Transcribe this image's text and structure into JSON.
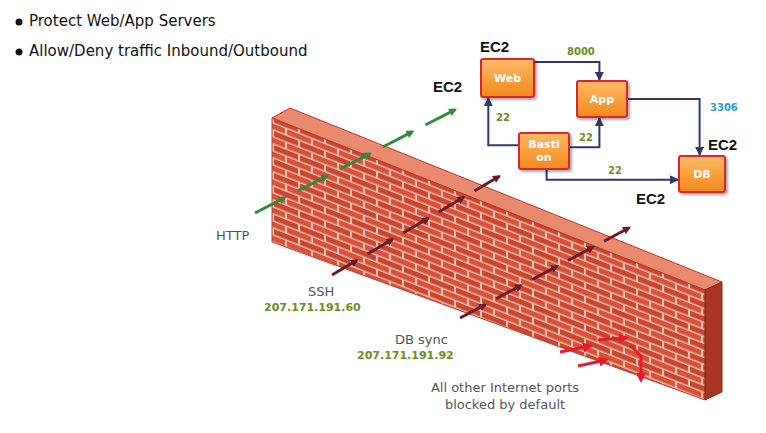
{
  "diagram": {
    "nodes": [
      {
        "text": [
          "EC2",
          "Web"
        ]
      },
      {
        "text": [
          "App"
        ]
      },
      {
        "text": [
          "Basti on"
        ]
      },
      {
        "text": [
          "EC2",
          "DB"
        ]
      }
    ],
    "edges": [
      {
        "from": 0,
        "to": 1,
        "label": "8000",
        "arrow": "to"
      },
      {
        "from": 1,
        "to": 3,
        "label": "3306",
        "arrow": "to"
      },
      {
        "from": 2,
        "to": 0,
        "label": "22",
        "arrow": "to"
      },
      {
        "from": 2,
        "to": 1,
        "label": "22",
        "arrow": "to"
      },
      {
        "from": 2,
        "to": 3,
        "label": "22",
        "arrow": "to"
      }
    ],
    "labels": [
      "Protect Web/App Servers",
      "Allow/Deny traffic Inbound/Outbound",
      "EC2",
      "EC2",
      "HTTP",
      "SSH",
      "207.171.191.60",
      "DB sync",
      "207.171.191.92",
      "All other Internet ports blocked by default"
    ]
  }
}
